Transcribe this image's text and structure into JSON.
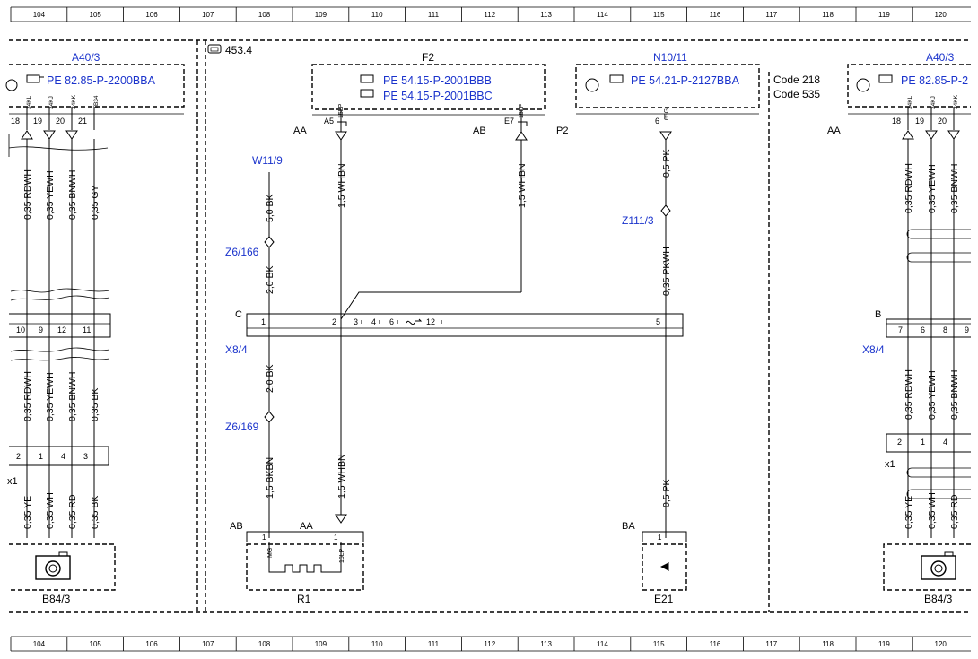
{
  "ruler": {
    "top": [
      "104",
      "105",
      "106",
      "107",
      "108",
      "109",
      "110",
      "111",
      "112",
      "113",
      "114",
      "115",
      "116",
      "117",
      "118",
      "119",
      "120"
    ],
    "bottom": [
      "104",
      "105",
      "106",
      "107",
      "108",
      "109",
      "110",
      "111",
      "112",
      "113",
      "114",
      "115",
      "116",
      "117",
      "118",
      "119",
      "120"
    ]
  },
  "page_ref": "453.4",
  "modules": {
    "a40_left": {
      "name": "A40/3",
      "ref": "PE 82.85-P-2200BBA",
      "pins": [
        "18",
        "19",
        "20",
        "21"
      ],
      "pin_tags": [
        "34KL",
        "34KJ",
        "34KK",
        "TB34"
      ]
    },
    "f2": {
      "name": "F2",
      "refs": [
        "PE 54.15-P-2001BBB",
        "PE 54.15-P-2001BBC"
      ],
      "pin_left": "A5",
      "pin_left_tag": "15LP",
      "pin_right": "E7",
      "pin_right_tag": "15LP",
      "conn_left": "AA",
      "conn_right": "AB"
    },
    "n10": {
      "name": "N10/11",
      "ref": "PE 54.21-P-2127BBA",
      "pin": "6",
      "pin_tag": "65G",
      "conn": "P2"
    },
    "codes": [
      "Code 218",
      "Code 535"
    ],
    "a40_right": {
      "name": "A40/3",
      "ref": "PE 82.85-P-2",
      "pins": [
        "18",
        "19",
        "20"
      ],
      "pin_tags": [
        "34KL",
        "34KJ",
        "34KK"
      ],
      "conn": "AA"
    }
  },
  "wires": {
    "left_upper": [
      "0,35 RDWH",
      "0,35 YEWH",
      "0,35 BNWH",
      "0,35 GY"
    ],
    "left_mid": [
      "0,35 RDWH",
      "0,35 YEWH",
      "0,35 BNWH",
      "0,35 BK"
    ],
    "left_lower": [
      "0,35 YE",
      "0,35 WH",
      "0,35 RD",
      "0,35 BK"
    ],
    "w11_top": "5,0 BK",
    "w11_mid": "2,0 BK",
    "w11_below": "2,0 BK",
    "r1_left": "1,5 BKBN",
    "f2_left": "1,5 WHBN",
    "f2_right": "1,5 WHBN",
    "r1_right": "1,5 WHBN",
    "n10_top": "0,5 PK",
    "n10_mid": "0,35 PKWH",
    "e21": "0,5 PK",
    "right_upper": [
      "0,35 RDWH",
      "0,35 YEWH",
      "0,35 BNWH"
    ],
    "right_mid": [
      "0,35 RDWH",
      "0,35 YEWH",
      "0,35 BNWH"
    ],
    "right_lower": [
      "0,35 YE",
      "0,35 WH",
      "0,35 RD"
    ]
  },
  "ground": "W11/9",
  "splices": [
    "Z6/166",
    "Z6/169",
    "Z111/3"
  ],
  "connector_left": {
    "pins": [
      "10",
      "9",
      "12",
      "11"
    ]
  },
  "connector_x8": {
    "letter": "C",
    "name": "X8/4",
    "pins": [
      "1",
      "2",
      "3",
      "4",
      "6",
      "12",
      "5"
    ]
  },
  "connector_right": {
    "letter": "B",
    "name": "X8/4",
    "pins": [
      "7",
      "6",
      "8",
      "9"
    ]
  },
  "plug_left": {
    "pins": [
      "2",
      "1",
      "4",
      "3"
    ],
    "label": "x1"
  },
  "plug_right": {
    "pins": [
      "2",
      "1",
      "4"
    ],
    "label": "x1"
  },
  "components": {
    "b84_left": "B84/3",
    "b84_right": "B84/3",
    "r1": {
      "name": "R1",
      "conn_left": "AB",
      "conn_right": "AA",
      "pin_left": "1",
      "pin_right": "1",
      "tag_left": "MG",
      "tag_right": "15LP"
    },
    "e21": {
      "name": "E21",
      "conn": "BA",
      "pin": "1"
    }
  }
}
